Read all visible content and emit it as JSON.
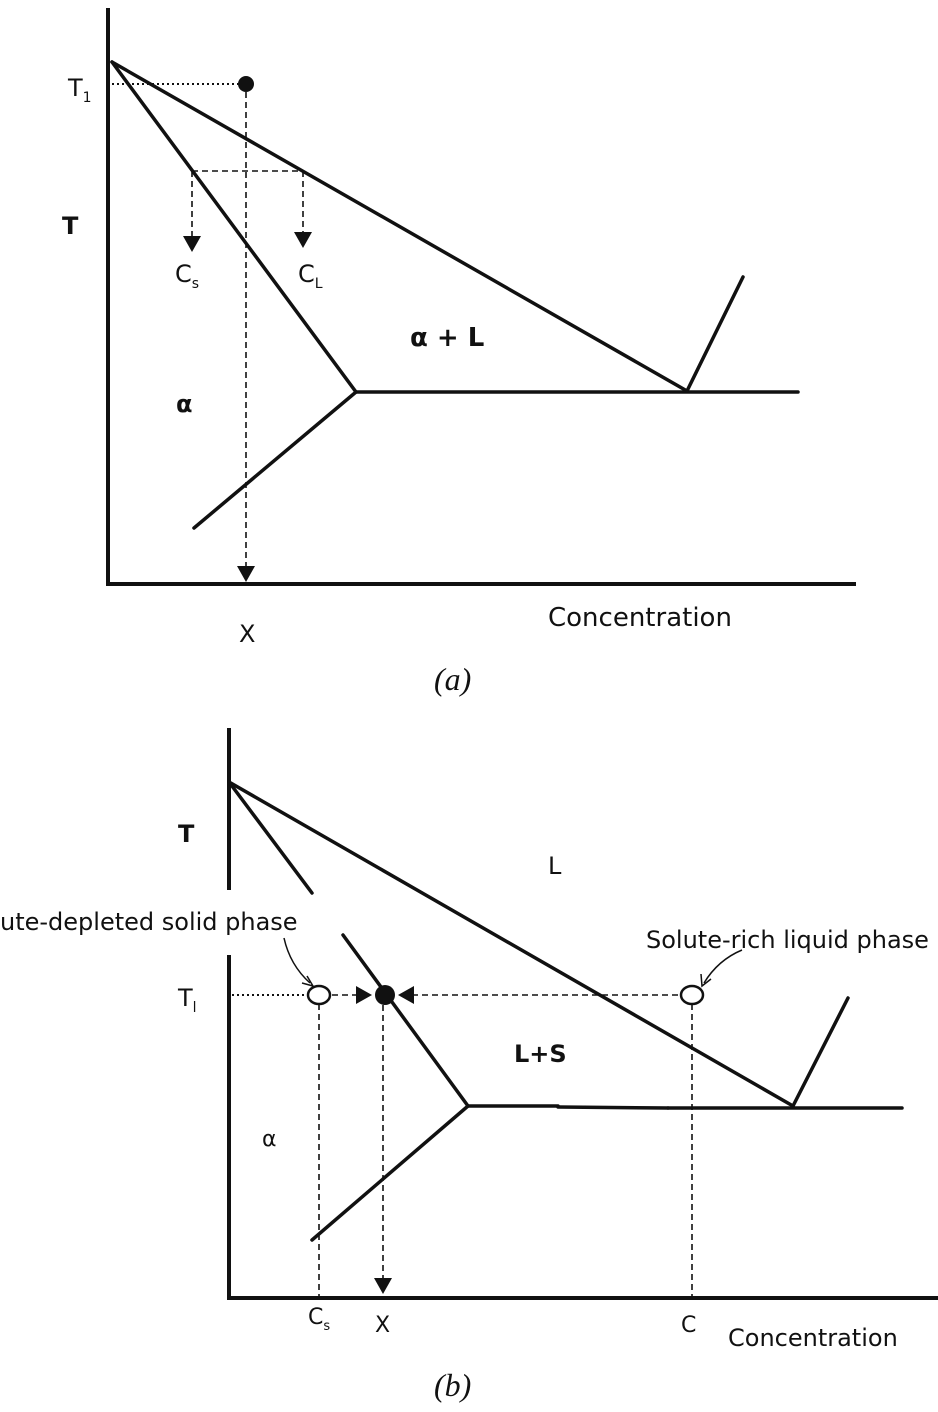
{
  "panel_a": {
    "caption": "(a)",
    "label_T": "T",
    "label_T1": "T",
    "label_T1_sub": "1",
    "label_Cs": "C",
    "label_Cs_sub": "s",
    "label_CL": "C",
    "label_CL_sub": "L",
    "label_alpha_plus_L": "α + L",
    "label_alpha": "α",
    "label_X": "X",
    "label_axis": "Concentration"
  },
  "panel_b": {
    "caption": "(b)",
    "label_T": "T",
    "label_T1": "T",
    "label_T1_sub": "l",
    "label_L": "L",
    "label_LS": "L+S",
    "label_alpha": "α",
    "label_solid_phase": "ute-depleted solid phase",
    "label_liquid_phase": "Solute-rich liquid phase",
    "label_Cs": "C",
    "label_Cs_sub": "s",
    "label_X": "X",
    "label_C": "C",
    "label_axis": "Concentration"
  },
  "colors": {
    "ink": "#111111",
    "background": "#ffffff"
  }
}
